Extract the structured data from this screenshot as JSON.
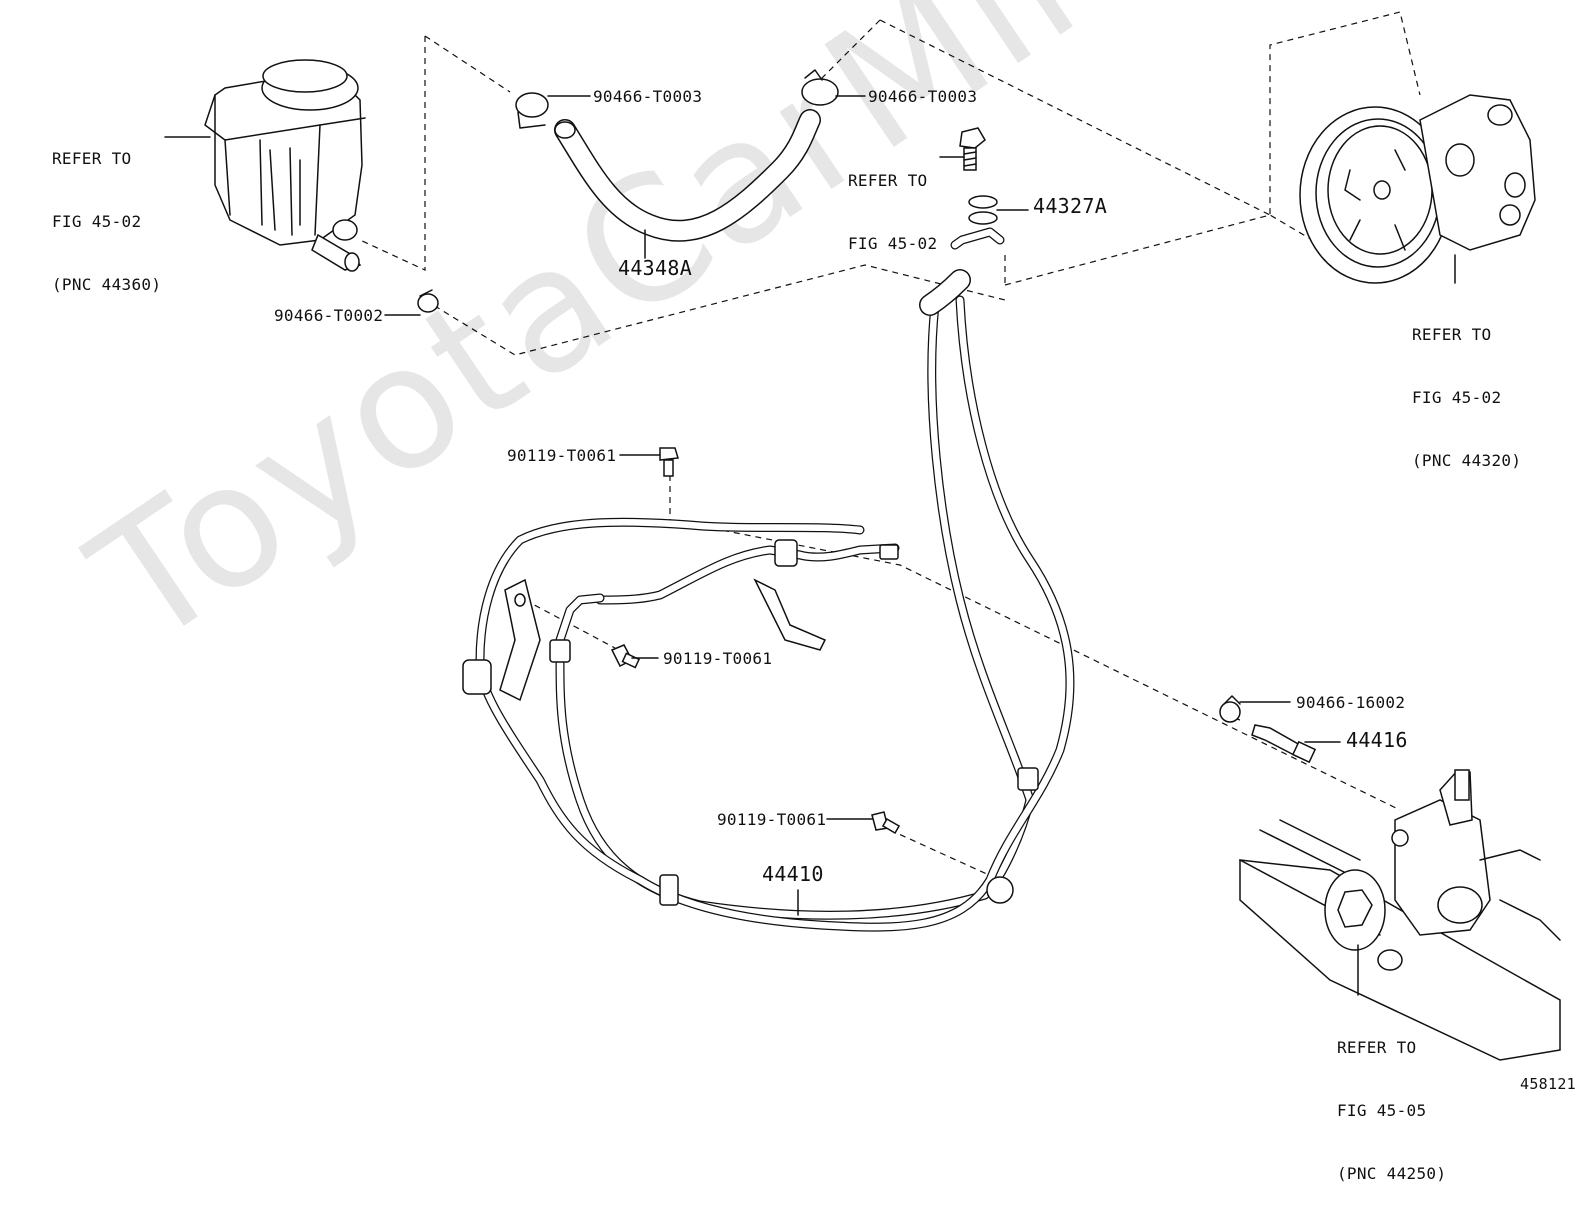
{
  "watermark": "ToyotaCarMine.ru",
  "figure_id": "458121",
  "labels": {
    "reservoir_ref": [
      "REFER TO",
      "FIG 45-02",
      "(PNC 44360)"
    ],
    "clamp_top_left": "90466-T0003",
    "clamp_top_right": "90466-T0003",
    "hose_return": "44348A",
    "bolt_ref": [
      "REFER TO",
      "FIG 45-02"
    ],
    "gasket": "44327A",
    "pump_ref": [
      "REFER TO",
      "FIG 45-02",
      "(PNC 44320)"
    ],
    "clamp_bottom_left": "90466-T0002",
    "bolt_a": "90119-T0061",
    "bolt_b": "90119-T0061",
    "clamp_right": "90466-16002",
    "union": "44416",
    "bolt_c": "90119-T0061",
    "pressure_tube": "44410",
    "gear_ref": [
      "REFER TO",
      "FIG 45-05",
      "(PNC 44250)"
    ]
  },
  "icons": [
    "reservoir-icon",
    "pump-pulley-icon",
    "steering-gear-icon",
    "hose-clamp-icon",
    "flange-bolt-icon",
    "gasket-icon",
    "union-fitting-icon"
  ]
}
